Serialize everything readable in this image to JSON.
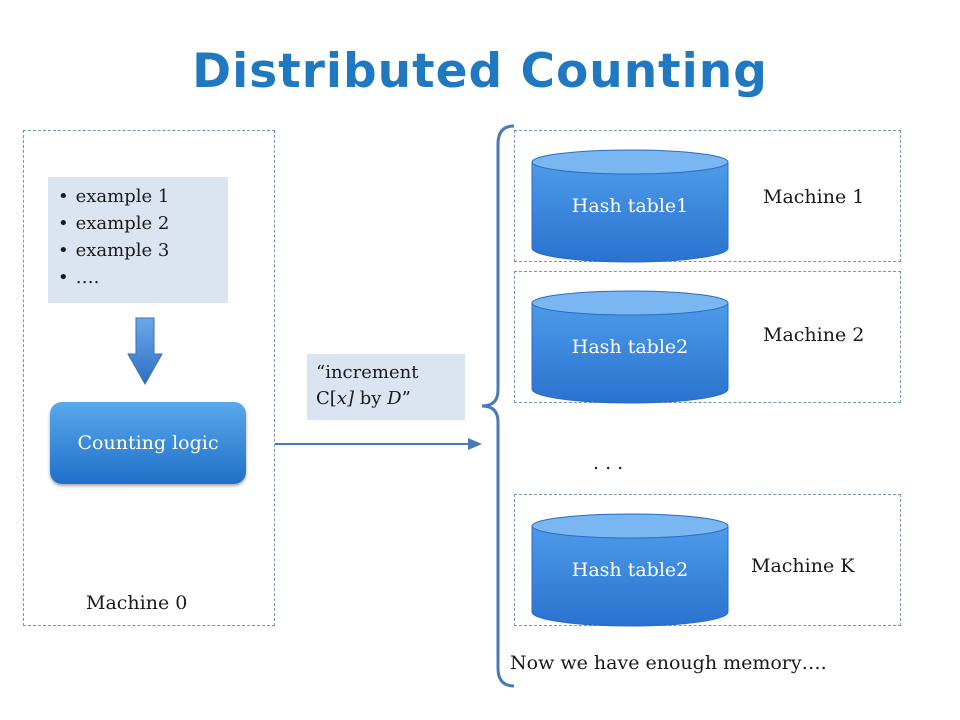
{
  "title": "Distributed Counting",
  "machine0": {
    "examples": [
      "example 1",
      "example 2",
      "example 3",
      "…."
    ],
    "counting_logic": "Counting logic",
    "label": "Machine 0"
  },
  "message": {
    "line1": "“increment",
    "line2_prefix": "C[",
    "line2_var": "x]",
    "line2_mid": " by ",
    "line2_d": "D",
    "line2_suffix": "”"
  },
  "machines": [
    {
      "table": "Hash table1",
      "label": "Machine 1"
    },
    {
      "table": "Hash table2",
      "label": "Machine 2"
    },
    {
      "table": "Hash table2",
      "label": "Machine K"
    }
  ],
  "ellipsis": ". . .",
  "footer": "Now we have enough memory….",
  "colors": {
    "title": "#1f78c0",
    "cylinder": "#2f7fd6",
    "arrow": "#3f6fb5",
    "panel": "#dbe4f1"
  }
}
